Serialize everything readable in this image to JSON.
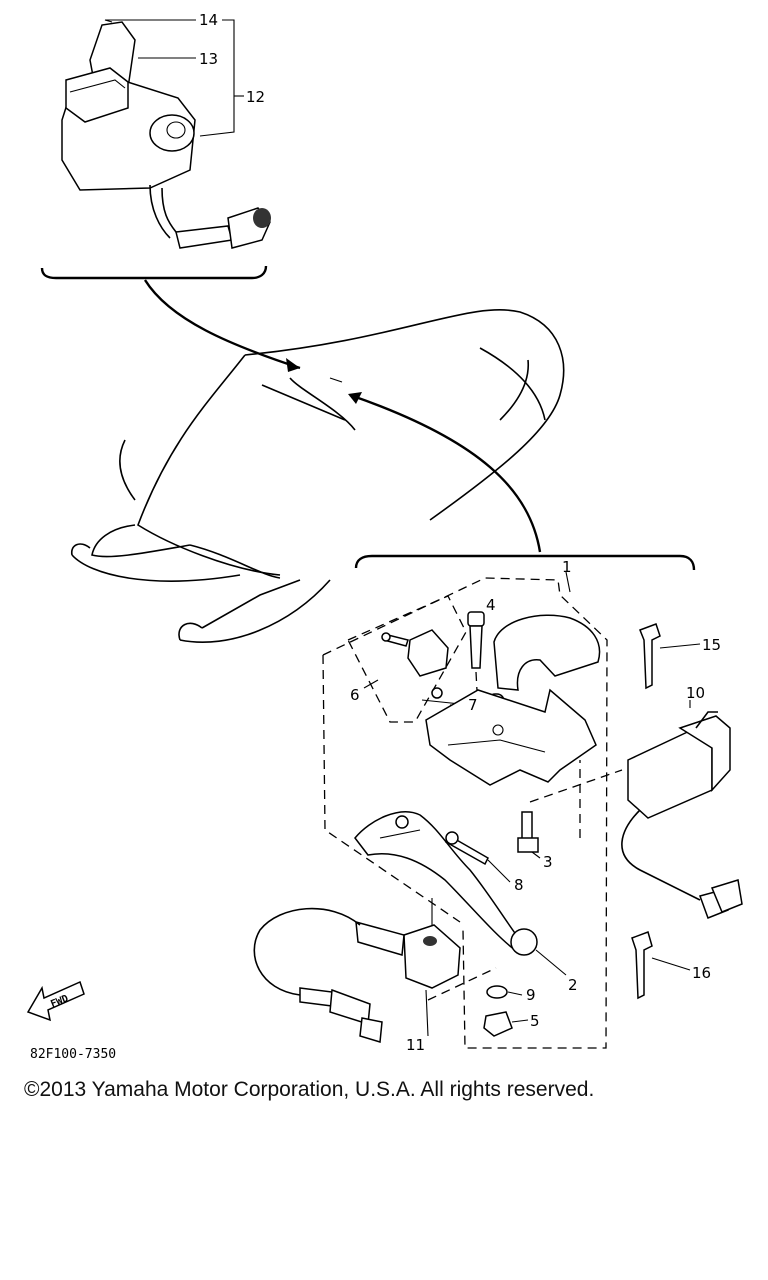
{
  "callouts": [
    {
      "id": "c1",
      "text": "1"
    },
    {
      "id": "c2",
      "text": "2"
    },
    {
      "id": "c3",
      "text": "3"
    },
    {
      "id": "c4",
      "text": "4"
    },
    {
      "id": "c5",
      "text": "5"
    },
    {
      "id": "c6",
      "text": "6"
    },
    {
      "id": "c7",
      "text": "7"
    },
    {
      "id": "c8",
      "text": "8"
    },
    {
      "id": "c9",
      "text": "9"
    },
    {
      "id": "c10",
      "text": "10"
    },
    {
      "id": "c11",
      "text": "11"
    },
    {
      "id": "c12",
      "text": "12"
    },
    {
      "id": "c13",
      "text": "13"
    },
    {
      "id": "c14",
      "text": "14"
    },
    {
      "id": "c15",
      "text": "15"
    },
    {
      "id": "c16",
      "text": "16"
    }
  ],
  "fwd_label": "FWD",
  "drawing_code": "82F100-7350",
  "copyright": "©2013 Yamaha Motor Corporation, U.S.A. All rights reserved."
}
